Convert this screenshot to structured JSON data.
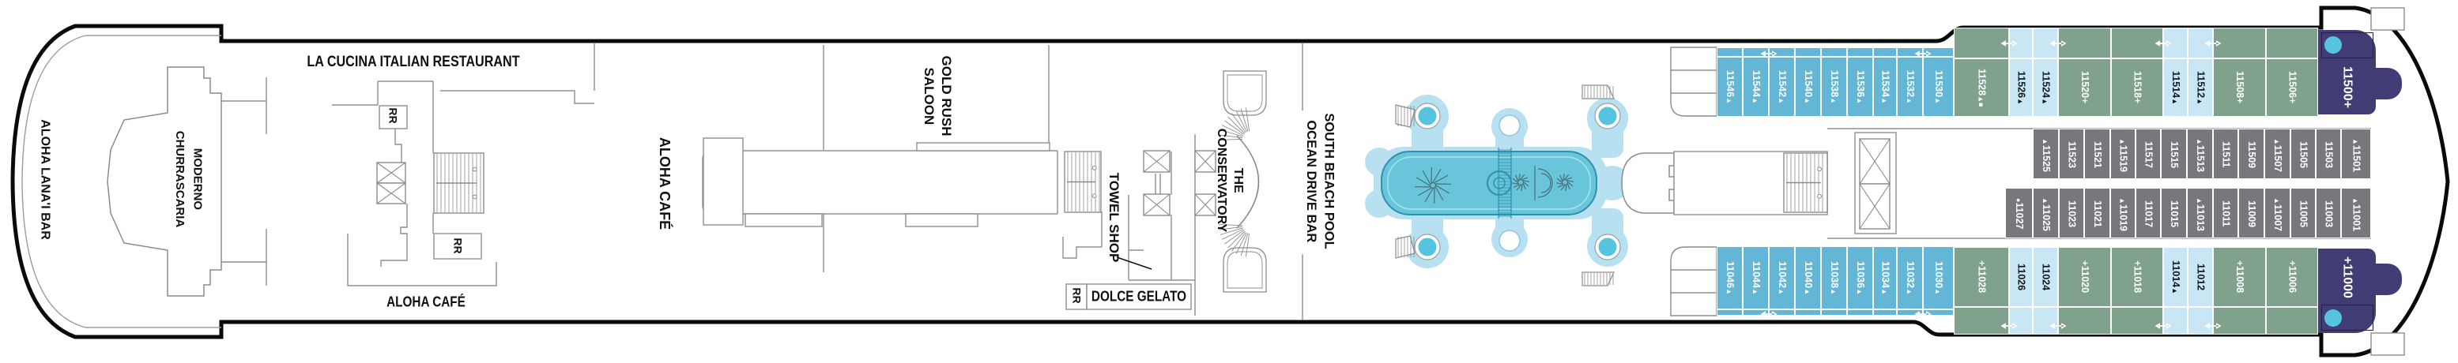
{
  "plan_type": "cruise-ship-deck-plan",
  "colors": {
    "cabin_blue": "#64b6d6",
    "cabin_light_blue": "#c9e6f5",
    "cabin_green": "#80a18b",
    "cabin_inside_gray": "#77787b",
    "suite_navy": "#413d74",
    "accent_cyan": "#55c4df",
    "pool_splash": "#b7e0f1",
    "pool_water": "#69c6da",
    "wall_gray": "#8e8f91",
    "hull_black": "#0a0a0a"
  },
  "venues": [
    {
      "id": "aloha-lanai-bar",
      "lines": [
        "ALOHA LANA'I BAR"
      ],
      "orientation": "vertical"
    },
    {
      "id": "moderno-churrascaria",
      "lines": [
        "MODERNO",
        "CHURRASCARIA"
      ],
      "orientation": "vertical"
    },
    {
      "id": "la-cucina-italian-restaurant",
      "lines": [
        "LA CUCINA ITALIAN RESTAURANT"
      ],
      "orientation": "horizontal"
    },
    {
      "id": "aloha-cafe-aft",
      "lines": [
        "ALOHA CAFÉ"
      ],
      "orientation": "horizontal"
    },
    {
      "id": "aloha-cafe-mid",
      "lines": [
        "ALOHA CAFÉ"
      ],
      "orientation": "vertical"
    },
    {
      "id": "gold-rush-saloon",
      "lines": [
        "GOLD RUSH",
        "SALOON"
      ],
      "orientation": "vertical"
    },
    {
      "id": "towel-shop",
      "lines": [
        "TOWEL SHOP"
      ],
      "orientation": "vertical",
      "pointer": true
    },
    {
      "id": "dolce-gelato",
      "lines": [
        "DOLCE GELATO"
      ],
      "orientation": "horizontal"
    },
    {
      "id": "the-conservatory",
      "lines": [
        "THE",
        "CONSERVATORY"
      ],
      "orientation": "vertical"
    },
    {
      "id": "south-beach-pool-ocean-drive-bar",
      "lines": [
        "SOUTH BEACH POOL",
        "OCEAN DRIVE BAR"
      ],
      "orientation": "vertical"
    },
    {
      "id": "restroom-aft-upper",
      "lines": [
        "RR"
      ],
      "orientation": "vertical"
    },
    {
      "id": "restroom-aft-lower",
      "lines": [
        "RR"
      ],
      "orientation": "vertical"
    },
    {
      "id": "restroom-mid",
      "lines": [
        "RR"
      ],
      "orientation": "vertical"
    }
  ],
  "cabin_rows": {
    "top_outer": [
      {
        "number": "11546",
        "category": "blue",
        "symbols": "▲",
        "symbols_position": "after"
      },
      {
        "number": "11544",
        "category": "blue",
        "symbols": "▲",
        "symbols_position": "after",
        "connecting_arrow_after": true
      },
      {
        "number": "11542",
        "category": "blue",
        "symbols": "▲",
        "symbols_position": "after"
      },
      {
        "number": "11540",
        "category": "blue",
        "symbols": "▲",
        "symbols_position": "after"
      },
      {
        "number": "11538",
        "category": "blue",
        "symbols": "▲",
        "symbols_position": "after"
      },
      {
        "number": "11536",
        "category": "blue",
        "symbols": "▲",
        "symbols_position": "after"
      },
      {
        "number": "11534",
        "category": "blue",
        "symbols": "▲",
        "symbols_position": "after"
      },
      {
        "number": "11532",
        "category": "blue",
        "symbols": "▲",
        "symbols_position": "after",
        "connecting_arrow_after": true
      },
      {
        "number": "11530",
        "category": "blue",
        "symbols": "▲",
        "symbols_position": "after"
      },
      {
        "number": "11528",
        "category": "green",
        "symbols": "▲■",
        "symbols_position": "after",
        "connecting_arrow_after": true
      },
      {
        "number": "11526",
        "category": "light-blue",
        "symbols": "▲",
        "symbols_position": "after"
      },
      {
        "number": "11524",
        "category": "light-blue",
        "symbols": "▲",
        "symbols_position": "after",
        "connecting_arrow_after": true
      },
      {
        "number": "11520",
        "category": "green",
        "symbols": "+",
        "symbols_position": "after"
      },
      {
        "number": "11518",
        "category": "green",
        "symbols": "+",
        "symbols_position": "after",
        "connecting_arrow_after": true
      },
      {
        "number": "11514",
        "category": "light-blue",
        "symbols": "▲",
        "symbols_position": "after"
      },
      {
        "number": "11512",
        "category": "light-blue",
        "symbols": "▲",
        "symbols_position": "after",
        "connecting_arrow_after": true
      },
      {
        "number": "11508",
        "category": "green",
        "symbols": "+",
        "symbols_position": "after"
      },
      {
        "number": "11506",
        "category": "green",
        "symbols": "+",
        "symbols_position": "after"
      },
      {
        "number": "11500",
        "category": "navy",
        "symbols": "+",
        "symbols_position": "after",
        "accent_circle": true
      }
    ],
    "top_inside": [
      {
        "number": "11525",
        "category": "gray",
        "symbols": "▲",
        "symbols_position": "before"
      },
      {
        "number": "11523",
        "category": "gray",
        "symbols": "",
        "symbols_position": "before"
      },
      {
        "number": "11521",
        "category": "gray",
        "symbols": "",
        "symbols_position": "before"
      },
      {
        "number": "11519",
        "category": "gray",
        "symbols": "▲",
        "symbols_position": "before"
      },
      {
        "number": "11517",
        "category": "gray",
        "symbols": "",
        "symbols_position": "before"
      },
      {
        "number": "11515",
        "category": "gray",
        "symbols": "",
        "symbols_position": "before"
      },
      {
        "number": "11513",
        "category": "gray",
        "symbols": "▲",
        "symbols_position": "before"
      },
      {
        "number": "11511",
        "category": "gray",
        "symbols": "",
        "symbols_position": "before"
      },
      {
        "number": "11509",
        "category": "gray",
        "symbols": "",
        "symbols_position": "before"
      },
      {
        "number": "11507",
        "category": "gray",
        "symbols": "▲",
        "symbols_position": "before"
      },
      {
        "number": "11505",
        "category": "gray",
        "symbols": "",
        "symbols_position": "before"
      },
      {
        "number": "11503",
        "category": "gray",
        "symbols": "",
        "symbols_position": "before"
      },
      {
        "number": "11501",
        "category": "gray",
        "symbols": "▲",
        "symbols_position": "before"
      }
    ],
    "bottom_inside": [
      {
        "number": "11027",
        "category": "gray",
        "symbols": "●",
        "symbols_position": "before"
      },
      {
        "number": "11025",
        "category": "gray",
        "symbols": "▲",
        "symbols_position": "before"
      },
      {
        "number": "11023",
        "category": "gray",
        "symbols": "",
        "symbols_position": "before"
      },
      {
        "number": "11021",
        "category": "gray",
        "symbols": "",
        "symbols_position": "before"
      },
      {
        "number": "11019",
        "category": "gray",
        "symbols": "▲",
        "symbols_position": "before"
      },
      {
        "number": "11017",
        "category": "gray",
        "symbols": "",
        "symbols_position": "before"
      },
      {
        "number": "11015",
        "category": "gray",
        "symbols": "",
        "symbols_position": "before"
      },
      {
        "number": "11013",
        "category": "gray",
        "symbols": "▲",
        "symbols_position": "before"
      },
      {
        "number": "11011",
        "category": "gray",
        "symbols": "",
        "symbols_position": "before"
      },
      {
        "number": "11009",
        "category": "gray",
        "symbols": "",
        "symbols_position": "before"
      },
      {
        "number": "11007",
        "category": "gray",
        "symbols": "▲",
        "symbols_position": "before"
      },
      {
        "number": "11005",
        "category": "gray",
        "symbols": "",
        "symbols_position": "before"
      },
      {
        "number": "11003",
        "category": "gray",
        "symbols": "",
        "symbols_position": "before"
      },
      {
        "number": "11001",
        "category": "gray",
        "symbols": "▲",
        "symbols_position": "before"
      }
    ],
    "bottom_outer": [
      {
        "number": "11046",
        "category": "blue",
        "symbols": "▲",
        "symbols_position": "after"
      },
      {
        "number": "11044",
        "category": "blue",
        "symbols": "▲",
        "symbols_position": "after",
        "connecting_arrow_after": true
      },
      {
        "number": "11042",
        "category": "blue",
        "symbols": "▲",
        "symbols_position": "after"
      },
      {
        "number": "11040",
        "category": "blue",
        "symbols": "▲",
        "symbols_position": "after"
      },
      {
        "number": "11038",
        "category": "blue",
        "symbols": "▲",
        "symbols_position": "after"
      },
      {
        "number": "11036",
        "category": "blue",
        "symbols": "▲",
        "symbols_position": "after"
      },
      {
        "number": "11034",
        "category": "blue",
        "symbols": "▲",
        "symbols_position": "after"
      },
      {
        "number": "11032",
        "category": "blue",
        "symbols": "▲",
        "symbols_position": "after",
        "connecting_arrow_after": true
      },
      {
        "number": "11030",
        "category": "blue",
        "symbols": "▲",
        "symbols_position": "after"
      },
      {
        "number": "11028",
        "category": "green",
        "symbols": "+",
        "symbols_position": "before",
        "connecting_arrow_after": true
      },
      {
        "number": "11026",
        "category": "light-blue",
        "symbols": "",
        "symbols_position": "after"
      },
      {
        "number": "11024",
        "category": "light-blue",
        "symbols": "",
        "symbols_position": "after",
        "connecting_arrow_after": true
      },
      {
        "number": "11020",
        "category": "green",
        "symbols": "+",
        "symbols_position": "before"
      },
      {
        "number": "11018",
        "category": "green",
        "symbols": "+",
        "symbols_position": "before",
        "connecting_arrow_after": true
      },
      {
        "number": "11014",
        "category": "light-blue",
        "symbols": "▲",
        "symbols_position": "after"
      },
      {
        "number": "11012",
        "category": "light-blue",
        "symbols": "",
        "symbols_position": "after",
        "connecting_arrow_after": true
      },
      {
        "number": "11008",
        "category": "green",
        "symbols": "+",
        "symbols_position": "before"
      },
      {
        "number": "11006",
        "category": "green",
        "symbols": "+",
        "symbols_position": "before"
      },
      {
        "number": "11000",
        "category": "navy",
        "symbols": "+",
        "symbols_position": "before",
        "accent_circle": true
      }
    ]
  }
}
